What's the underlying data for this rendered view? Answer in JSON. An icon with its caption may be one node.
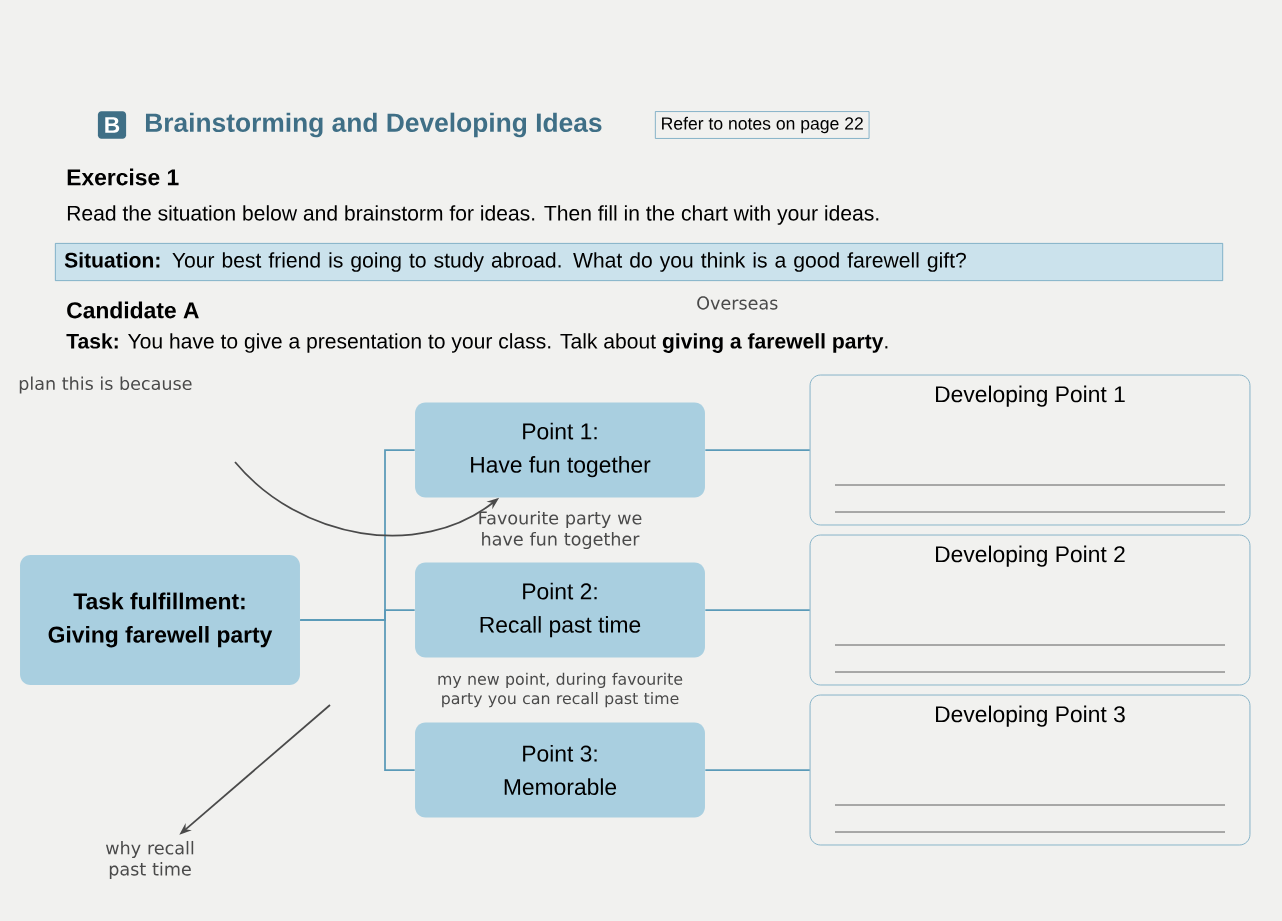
{
  "diagram": {
    "title": "Brainstorming and Developing Ideas",
    "nodes": [
      {
        "text": [
          "Task fulfillment:",
          "Giving farewell party"
        ]
      },
      {
        "text": [
          "Point 1:",
          "Have fun together"
        ]
      },
      {
        "text": [
          "Point 2:",
          "Recall past time"
        ]
      },
      {
        "text": [
          "Point 3:",
          "Memorable"
        ]
      },
      {
        "text": [
          "Developing Point 1"
        ]
      },
      {
        "text": [
          "Developing Point 2"
        ]
      },
      {
        "text": [
          "Developing Point 3"
        ]
      },
      {
        "text": [
          "why recall past time"
        ]
      }
    ],
    "edges": [
      {
        "from": 0,
        "to": 1,
        "arrow": "none"
      },
      {
        "from": 0,
        "to": 2,
        "arrow": "none"
      },
      {
        "from": 0,
        "to": 3,
        "arrow": "none"
      },
      {
        "from": 1,
        "to": 4,
        "arrow": "none"
      },
      {
        "from": 2,
        "to": 5,
        "arrow": "none"
      },
      {
        "from": 3,
        "to": 6,
        "arrow": "none"
      },
      {
        "from": null,
        "to": 1,
        "arrow": "to",
        "color": "#4a4a4a"
      },
      {
        "from": null,
        "to": 7,
        "arrow": "to",
        "color": "#4a4a4a"
      }
    ],
    "labels": [
      "B",
      "Refer to notes on page 22",
      "Exercise 1",
      "Read the situation below and brainstorm for ideas. Then fill in the chart with your ideas.",
      "**Situation:** Your best friend is going to study abroad. What do you think is a good farewell gift?",
      "Overseas",
      "Candidate A",
      "**Task:** You have to give a presentation to your class. Talk about **giving a farewell party**.",
      "plan this is because",
      "Favourite party we have fun together",
      "my new point, during favourite party you can recall past time"
    ]
  }
}
